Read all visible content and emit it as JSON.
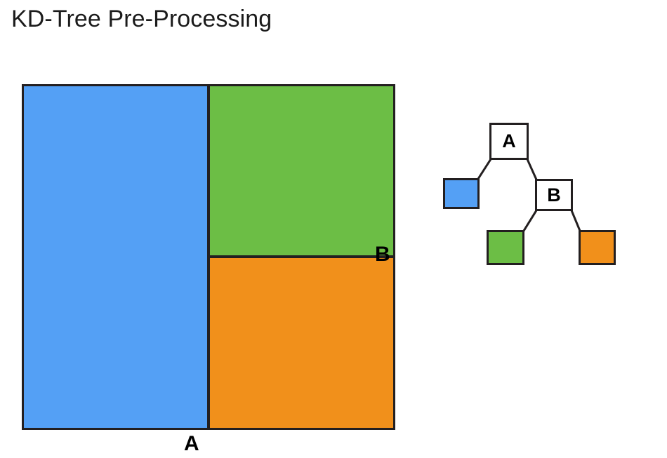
{
  "slide": {
    "title": "KD-Tree Pre-Processing",
    "background_color": "#ffffff"
  },
  "colors": {
    "blue": "#54a0f5",
    "green": "#6cbe45",
    "orange": "#f1901b",
    "outline": "#231f20",
    "node_fill": "#ffffff",
    "text": "#000000",
    "title_text": "#1b1b1b"
  },
  "partition": {
    "caption_a": "A",
    "caption_b": "B",
    "regions": [
      {
        "id": "left",
        "label": "",
        "color": "#54a0f5",
        "description": "left half of root split"
      },
      {
        "id": "top-right",
        "label": "",
        "color": "#6cbe45",
        "description": "upper portion of right half"
      },
      {
        "id": "bottom-right",
        "label": "",
        "color": "#f1901b",
        "description": "lower portion of right half"
      }
    ],
    "splits": [
      {
        "name": "A",
        "orientation": "vertical",
        "position_label": "A"
      },
      {
        "name": "B",
        "orientation": "horizontal",
        "position_label": "B"
      }
    ]
  },
  "tree": {
    "nodes": [
      {
        "id": "a",
        "label": "A",
        "type": "internal",
        "fill": "#ffffff"
      },
      {
        "id": "b",
        "label": "B",
        "type": "internal",
        "fill": "#ffffff"
      },
      {
        "id": "leaf-blue",
        "label": "",
        "type": "leaf",
        "fill": "#54a0f5"
      },
      {
        "id": "leaf-green",
        "label": "",
        "type": "leaf",
        "fill": "#6cbe45"
      },
      {
        "id": "leaf-orange",
        "label": "",
        "type": "leaf",
        "fill": "#f1901b"
      }
    ],
    "edges": [
      {
        "from": "a",
        "to": "leaf-blue",
        "side": "left"
      },
      {
        "from": "a",
        "to": "b",
        "side": "right"
      },
      {
        "from": "b",
        "to": "leaf-green",
        "side": "left"
      },
      {
        "from": "b",
        "to": "leaf-orange",
        "side": "right"
      }
    ]
  }
}
